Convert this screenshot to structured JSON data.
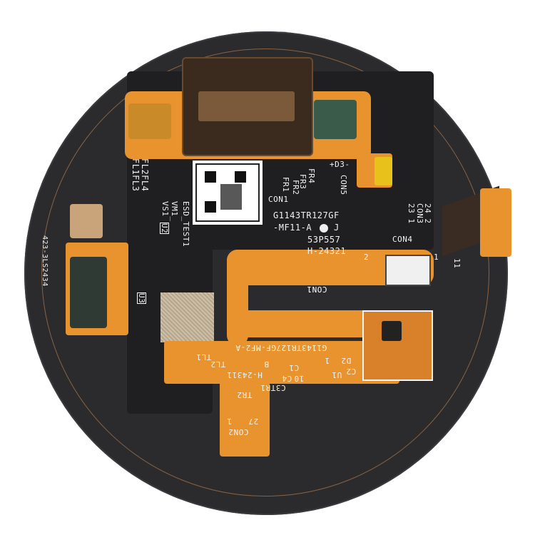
{
  "colors": {
    "background": "#ffffff",
    "disc": "#2b2b2e",
    "pcb": "#1f1f22",
    "flex": "#e9932f",
    "ring": "#b07a4e",
    "silkscreen": "#f2f2f2"
  },
  "labels": {
    "edge_code": "423-3LS2434",
    "fl_top": "FL2FL4",
    "fl_bottom": "FL1FL3",
    "esd": "ESD_TEST1",
    "vm1": "VM1_",
    "vs1": "VS1",
    "u2": "U2",
    "u3": "U3",
    "fr4": "FR4",
    "fr3": "FR3",
    "fr2": "FR2",
    "fr1": "FR1",
    "con1": "CON1",
    "d3": "+D3-",
    "con5": "CON5",
    "part_line1": "G1143TR127GF",
    "part_line2": "-MF11-A",
    "part_rev": "J",
    "lot": "53P557",
    "date_code": "H-24321",
    "con3_pins": "24 2",
    "con3": "CON3",
    "con3_pins2": "23 1",
    "con4": "CON4",
    "pin2": "2",
    "pin1": "1",
    "pin11": "11",
    "con1_flex": "CON1",
    "flex_part": "G1143TR127GF-MF2-A",
    "flex_d2": "D2",
    "flex_1": "1",
    "flex_c1": "C1",
    "flex_b": "B",
    "flex_u1": "U1",
    "flex_c2": "C2",
    "flex_c4": "C4",
    "flex_10": "10",
    "flex_h": "H-24311",
    "tl2": "TL2",
    "tl1": "TL1",
    "c3tr1": "C3TR1",
    "tr2": "TR2",
    "con2_27": "27",
    "con2_1": "1",
    "con2": "CON2"
  }
}
